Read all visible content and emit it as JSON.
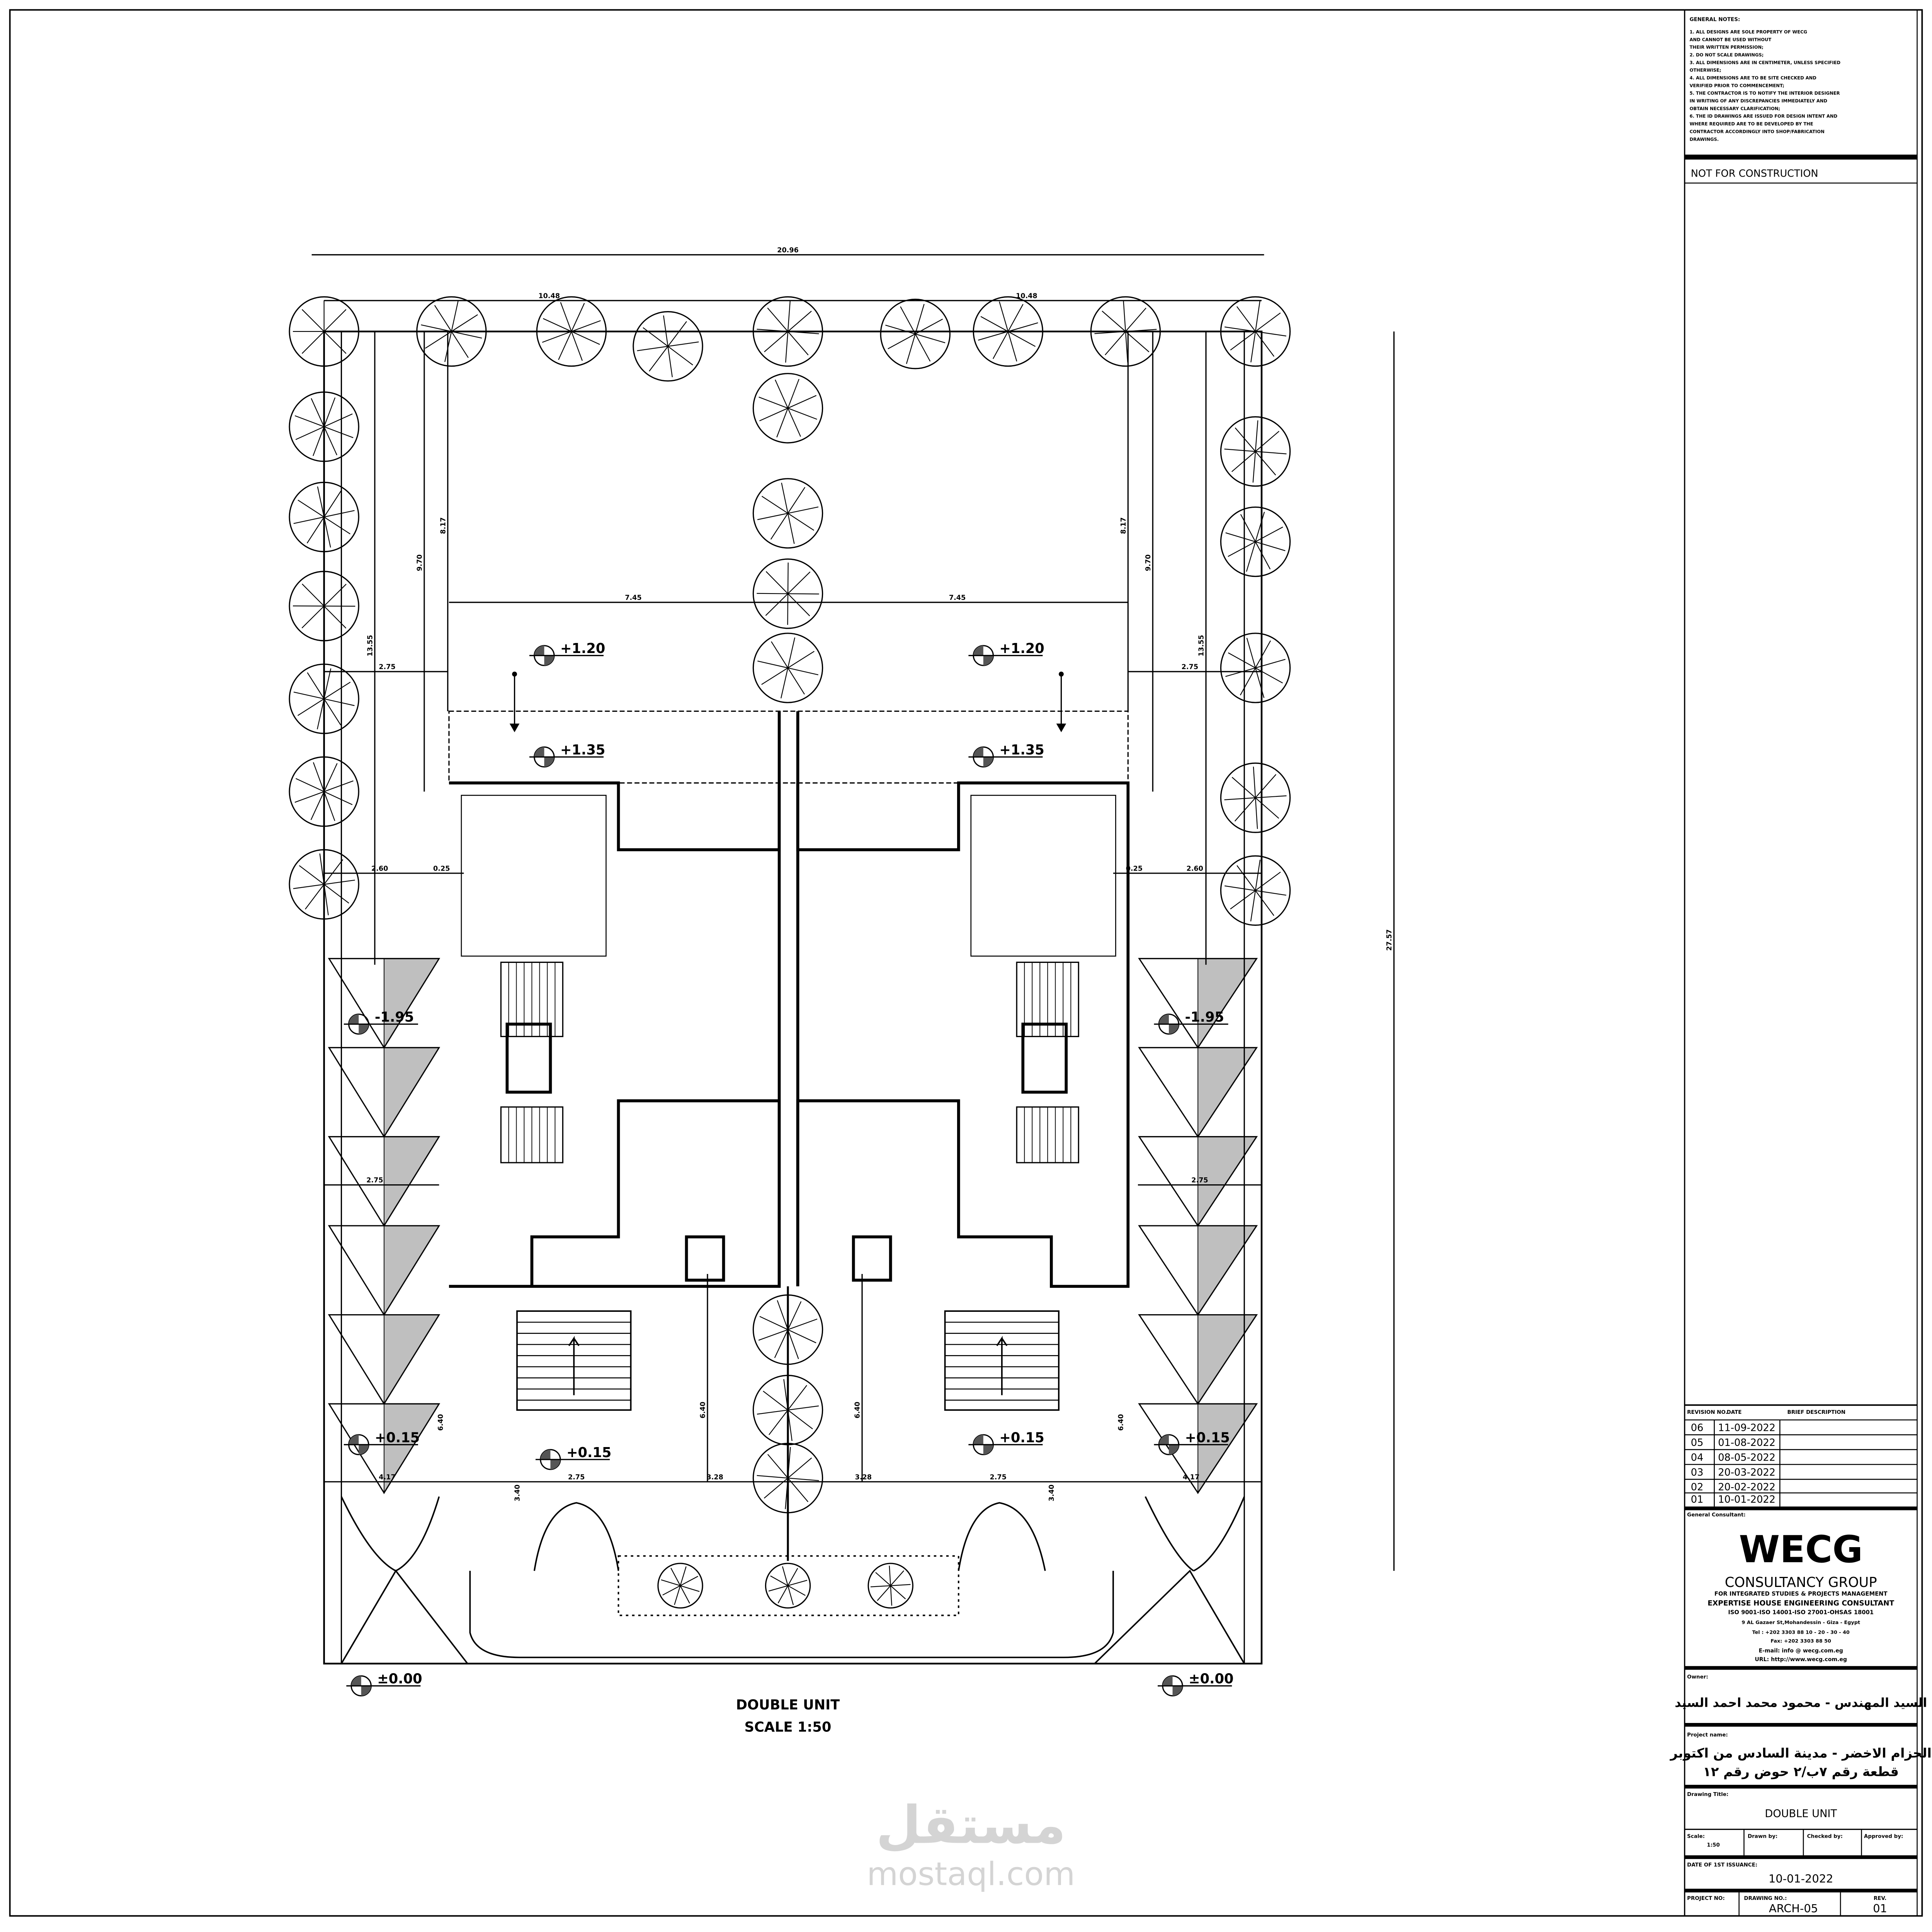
{
  "plan": {
    "title": "DOUBLE UNIT",
    "scale": "SCALE 1:50",
    "dimensions": {
      "overall_width": "20.96",
      "half_width_left": "10.48",
      "half_width_right": "10.48",
      "overall_depth": "27.57",
      "left_13_55": "13.55",
      "left_9_70": "9.70",
      "left_8_17": "8.17",
      "right_13_55": "13.55",
      "right_9_70": "9.70",
      "right_8_17": "8.17",
      "garden_left": "7.45",
      "garden_right": "7.45",
      "setback_left": "2.75",
      "setback_right": "2.75",
      "side_left": "2.60",
      "wall_left": "0.25",
      "side_right": "2.60",
      "wall_right": "0.25",
      "ramp_left": "2.75",
      "ramp_right": "2.75",
      "height_a": "6.40",
      "height_b": "6.40",
      "height_c": "6.40",
      "height_d": "6.40",
      "front_left_a": "4.17",
      "front_left_b": "2.75",
      "front_left_c": "3.28",
      "front_right_c": "3.28",
      "front_right_b": "2.75",
      "front_right_a": "4.17",
      "entry_left": "3.40",
      "entry_right": "3.40"
    },
    "levels": {
      "garden_left": "+1.20",
      "garden_right": "+1.20",
      "terrace_left": "+1.35",
      "terrace_right": "+1.35",
      "basement_left": "-1.95",
      "basement_right": "-1.95",
      "ramp_left": "+0.15",
      "entry_left": "+0.15",
      "entry_right": "+0.15",
      "ramp_right": "+0.15",
      "street_left": "±0.00",
      "street_right": "±0.00"
    }
  },
  "title_block": {
    "general_notes_heading": "GENERAL NOTES:",
    "general_notes": [
      "1. ALL DESIGNS ARE SOLE PROPERTY OF WECG",
      "    AND CANNOT BE USED WITHOUT",
      "    THEIR WRITTEN PERMISSION;",
      "2. DO NOT SCALE DRAWINGS;",
      "3. ALL DIMENSIONS ARE IN CENTIMETER, UNLESS SPECIFIED",
      "    OTHERWISE;",
      "4. ALL DIMENSIONS ARE TO BE SITE CHECKED AND",
      "    VERIFIED PRIOR TO COMMENCEMENT;",
      "5. THE CONTRACTOR IS TO NOTIFY THE INTERIOR DESIGNER",
      "    IN WRITING OF ANY DISCREPANCIES IMMEDIATELY AND",
      "    OBTAIN NECESSARY CLARIFICATION;",
      "6. THE ID DRAWINGS ARE ISSUED FOR DESIGN INTENT AND",
      "    WHERE REQUIRED ARE TO BE DEVELOPED BY THE",
      "    CONTRACTOR ACCORDINGLY INTO SHOP/FABRICATION",
      "    DRAWINGS."
    ],
    "status": "NOT FOR CONSTRUCTION",
    "revisions": {
      "headers": [
        "REVISION NO.",
        "DATE",
        "BRIEF DESCRIPTION"
      ],
      "rows": [
        {
          "no": "06",
          "date": "11-09-2022",
          "desc": ""
        },
        {
          "no": "05",
          "date": "01-08-2022",
          "desc": ""
        },
        {
          "no": "04",
          "date": "08-05-2022",
          "desc": ""
        },
        {
          "no": "03",
          "date": "20-03-2022",
          "desc": ""
        },
        {
          "no": "02",
          "date": "20-02-2022",
          "desc": ""
        },
        {
          "no": "01",
          "date": "10-01-2022",
          "desc": ""
        }
      ]
    },
    "consultant": {
      "label": "General Consultant:",
      "logo": "WECG",
      "name": "CONSULTANCY GROUP",
      "line1": "FOR INTEGRATED STUDIES & PROJECTS MANAGEMENT",
      "line2": "EXPERTISE HOUSE ENGINEERING CONSULTANT",
      "iso": "ISO 9001-ISO 14001-ISO 27001-OHSAS 18001",
      "address": "9 AL Gazaer St,Mohandessin - Giza - Egypt",
      "tel": "Tel : +202  3303 88 10 - 20 - 30 - 40",
      "fax": "Fax: +202  3303 88 50",
      "email": "E-mail: info @ wecg.com.eg",
      "url": "URL: http://www.wecg.com.eg"
    },
    "owner": {
      "label": "Owner:",
      "value": "السيد المهندس - محمود محمد احمد السيد"
    },
    "project": {
      "label": "Project name:",
      "line1": "الحزام الاخضر  - مدينة السادس من اكتوبر",
      "line2": "قطعة رقم ٧ب/٢  حوض رقم ١٢"
    },
    "drawing_title": {
      "label": "Drawing Title:",
      "value": "DOUBLE UNIT"
    },
    "scale": {
      "label": "Scale:",
      "value": "1:50"
    },
    "drawn_by": {
      "label": "Drawn by:",
      "value": ""
    },
    "checked_by": {
      "label": "Checked by:",
      "value": ""
    },
    "approved_by": {
      "label": "Approved by:",
      "value": ""
    },
    "issue_date": {
      "label": "DATE OF 1ST ISSUANCE:",
      "value": "10-01-2022"
    },
    "project_no": {
      "label": "PROJECT NO:",
      "value": ""
    },
    "drawing_no": {
      "label": "DRAWING NO.:",
      "value": "ARCH-05"
    },
    "rev": {
      "label": "REV.",
      "value": "01"
    }
  },
  "watermark": {
    "arabic": "مستقل",
    "latin": "mostaql.com"
  },
  "icons": {
    "level_marker": "elevation-marker-icon",
    "tree": "tree-icon",
    "north_arrow": "arrow-down-icon"
  }
}
